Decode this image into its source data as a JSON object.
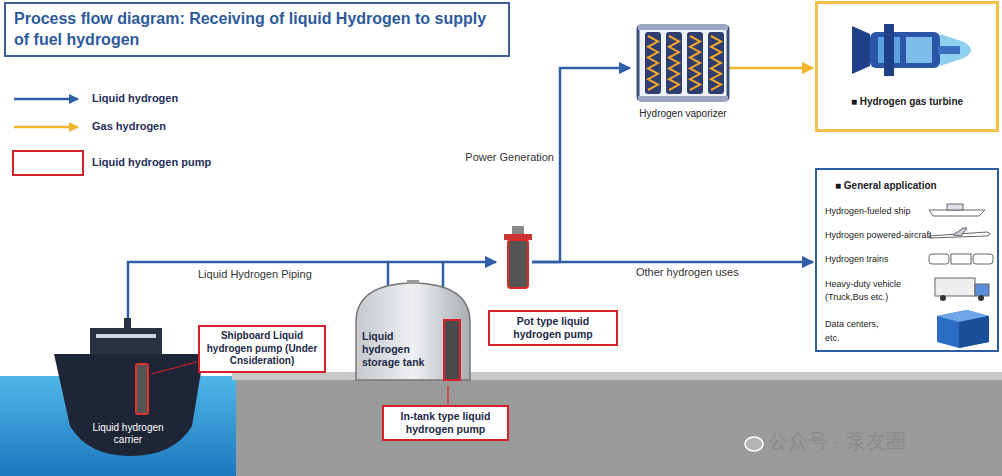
{
  "diagram": {
    "title": "Process flow diagram: Receiving of liquid Hydrogen to supply of fuel hydrogen",
    "nodes": [
      {
        "text": [
          "Hydrogen vaporizer"
        ]
      },
      {
        "text": [
          "■ Hydrogen gas turbine"
        ]
      },
      {
        "text": [
          "■ General application",
          "Hydrogen-fueled ship",
          "Hydrogen powered-aircraft",
          "Hydrogen trains",
          "Heavy-duty vehicle (Truck,Bus etc.)",
          "Data centers, etc."
        ]
      },
      {
        "text": [
          "Liquid hydrogen carrier"
        ]
      },
      {
        "text": [
          "Shipboard Liquid hydrogen pump (Under Cnsideration)"
        ]
      },
      {
        "text": [
          "Liquid hydrogen storage tank"
        ]
      },
      {
        "text": [
          "Pot type liquid hydrogen pump"
        ]
      },
      {
        "text": [
          "In-tank type liquid hydrogen pump"
        ]
      }
    ],
    "edges": [
      {
        "from": 3,
        "to": 6,
        "label": "Liquid Hydrogen Piping",
        "arrow": "to"
      },
      {
        "from": 5,
        "to": 6,
        "arrow": "none"
      },
      {
        "from": 6,
        "to": 0,
        "label": "Power Generation",
        "arrow": "to"
      },
      {
        "from": 6,
        "to": 2,
        "label": "Other hydrogen uses",
        "arrow": "to"
      },
      {
        "from": 0,
        "to": 1,
        "arrow": "to"
      }
    ],
    "labels": [
      "公众号 · 泵友圈"
    ],
    "legend": [
      {
        "text": "Liquid hydrogen"
      },
      {
        "text": "Gas hydrogen"
      },
      {
        "text": "Liquid hydrogen pump"
      }
    ]
  }
}
